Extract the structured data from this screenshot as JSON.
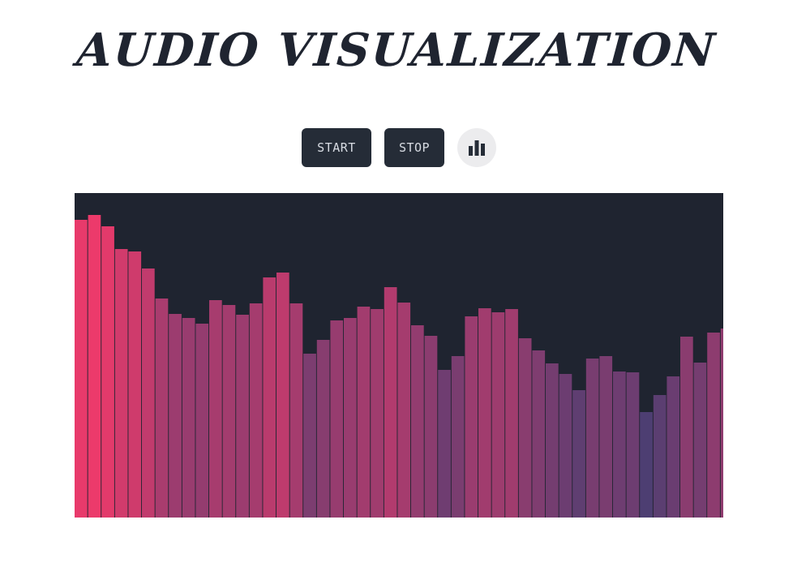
{
  "header": {
    "title": "AUDIO VISUALIZATION"
  },
  "controls": {
    "start_label": "START",
    "stop_label": "STOP",
    "mode_icon": "bar-chart-icon"
  },
  "visualizer": {
    "background": "#1f2430",
    "color_high": "#ec3a6b",
    "color_low": "#4d3e72",
    "max_level": 400,
    "levels": [
      367,
      373,
      359,
      331,
      328,
      307,
      270,
      251,
      246,
      239,
      268,
      262,
      250,
      264,
      296,
      302,
      264,
      202,
      219,
      243,
      246,
      260,
      257,
      284,
      265,
      237,
      224,
      182,
      199,
      248,
      258,
      253,
      257,
      221,
      206,
      190,
      177,
      157,
      196,
      199,
      180,
      179,
      130,
      151,
      174,
      223,
      191,
      228,
      233
    ]
  }
}
